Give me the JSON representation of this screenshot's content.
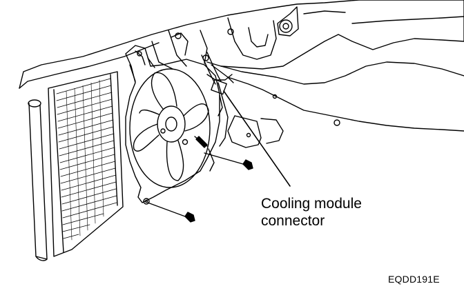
{
  "diagram": {
    "callout": {
      "line1": "Cooling module",
      "line2": "connector"
    },
    "figure_code": "EQDD191E",
    "colors": {
      "ink": "#000000",
      "paper": "#ffffff"
    }
  }
}
